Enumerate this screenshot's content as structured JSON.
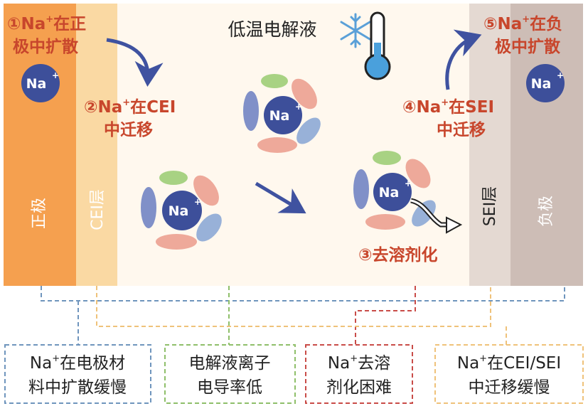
{
  "title": "低温电解液",
  "regions": {
    "cathode": "正极",
    "cei": "CEI层",
    "sei": "SEI层",
    "anode": "负极"
  },
  "ion_label": "Na",
  "ion_sup": "+",
  "steps": [
    {
      "num": "①",
      "pre": "Na",
      "sup": "+",
      "line1_rest": "在正",
      "line2": "极中扩散"
    },
    {
      "num": "②",
      "pre": "Na",
      "sup": "+",
      "line1_rest": "在CEI",
      "line2": "中迁移"
    },
    {
      "num": "③",
      "text": "去溶剂化"
    },
    {
      "num": "④",
      "pre": "Na",
      "sup": "+",
      "line1_rest": "在SEI",
      "line2": "中迁移"
    },
    {
      "num": "⑤",
      "pre": "Na",
      "sup": "+",
      "line1_rest": "在负",
      "line2": "极中扩散"
    }
  ],
  "bottom_boxes": [
    {
      "line1_pre": "Na",
      "line1_sup": "+",
      "line1_rest": "在电极材",
      "line2": "料中扩散缓慢",
      "color": "#6f95bd"
    },
    {
      "line1": "电解液离子",
      "line2": "电导率低",
      "color": "#8fbf6a"
    },
    {
      "line1_pre": "Na",
      "line1_sup": "+",
      "line1_rest": "去溶",
      "line2": "剂化困难",
      "color": "#c94c48"
    },
    {
      "line1_pre": "Na",
      "line1_sup": "+",
      "line1_rest": "在CEI/SEI",
      "line2": "中迁移缓慢",
      "color": "#efc27a"
    }
  ],
  "colors": {
    "cathode": "#f5a04f",
    "cei": "#fad9a3",
    "electrolyte": "#fff8ee",
    "sei": "#e4d9d2",
    "anode": "#cdbdb6",
    "ion": "#3d4f9a",
    "step_text": "#c8462c",
    "arrow": "#3f52a0",
    "solvent_green": "#a8d283",
    "solvent_pink": "#eea99a",
    "solvent_blue": "#98b1d8",
    "solvent_purple": "#8090c8"
  },
  "icons": [
    "snowflake-icon",
    "thermometer-icon",
    "desolvation-arrow-icon"
  ]
}
